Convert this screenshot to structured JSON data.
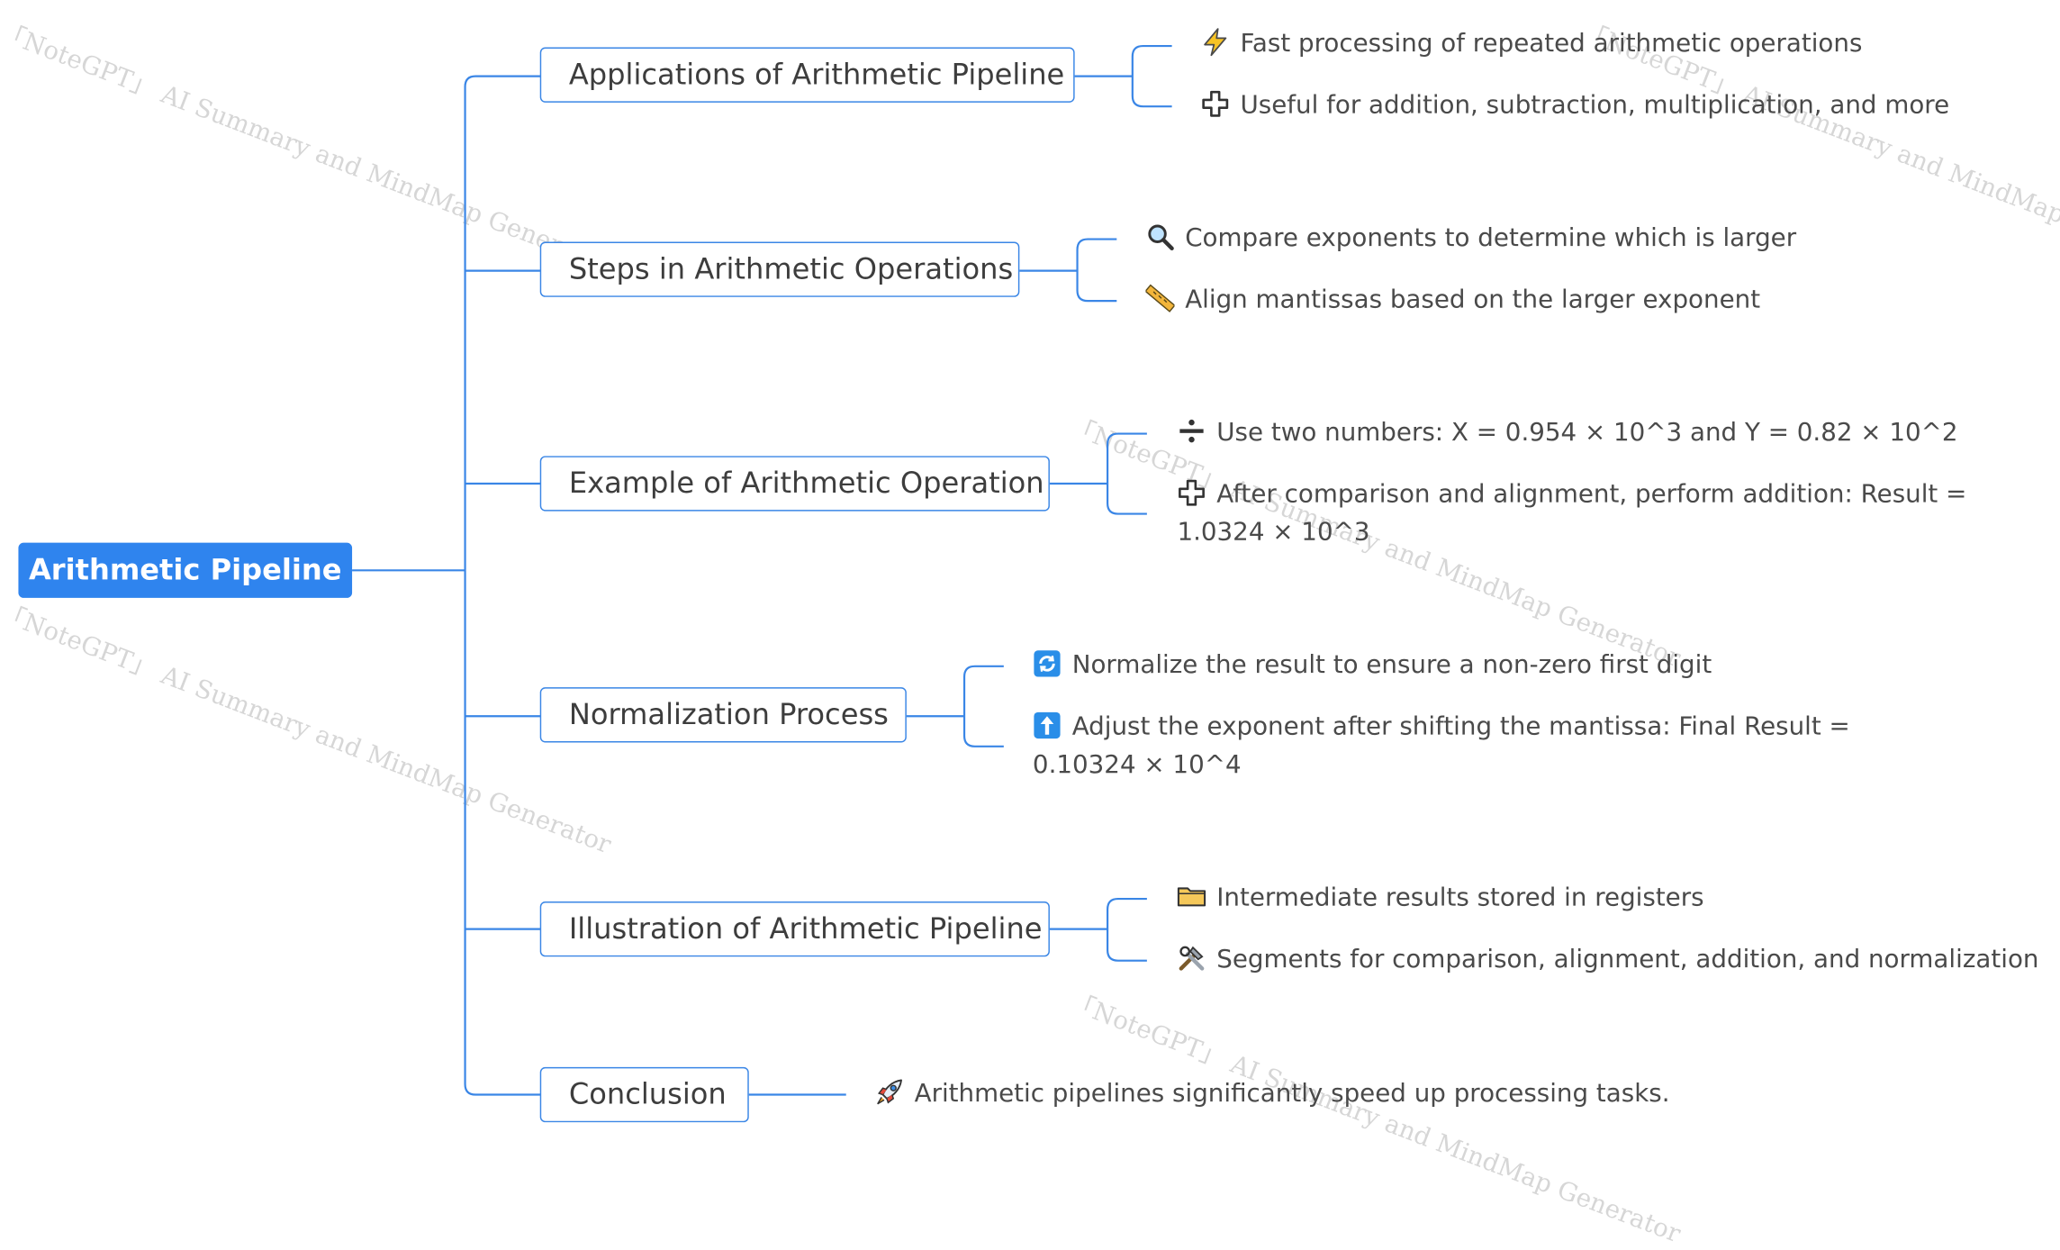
{
  "watermark": "「NoteGPT」 AI Summary and MindMap Generator",
  "root": {
    "label": "Arithmetic Pipeline"
  },
  "branches": [
    {
      "label": "Applications of Arithmetic Pipeline",
      "leaves": [
        {
          "icon": "lightning-icon",
          "text": "Fast processing of repeated arithmetic operations"
        },
        {
          "icon": "plus-icon",
          "text": "Useful for addition, subtraction, multiplication, and more"
        }
      ]
    },
    {
      "label": "Steps in Arithmetic Operations",
      "leaves": [
        {
          "icon": "magnifier-icon",
          "text": "Compare exponents to determine which is larger"
        },
        {
          "icon": "ruler-icon",
          "text": "Align mantissas based on the larger exponent"
        }
      ]
    },
    {
      "label": "Example of Arithmetic Operation",
      "leaves": [
        {
          "icon": "divide-icon",
          "text": "Use two numbers: X = 0.954 × 10^3 and Y = 0.82 × 10^2"
        },
        {
          "icon": "plus-icon",
          "text": "After comparison and alignment, perform addition: Result = 1.0324 × 10^3"
        }
      ]
    },
    {
      "label": "Normalization Process",
      "leaves": [
        {
          "icon": "refresh-icon",
          "text": "Normalize the result to ensure a non-zero first digit"
        },
        {
          "icon": "up-arrow-icon",
          "text": "Adjust the exponent after shifting the mantissa: Final Result = 0.10324 × 10^4"
        }
      ]
    },
    {
      "label": "Illustration of Arithmetic Pipeline",
      "leaves": [
        {
          "icon": "folder-icon",
          "text": "Intermediate results stored in registers"
        },
        {
          "icon": "tools-icon",
          "text": "Segments for comparison, alignment, addition, and normalization"
        }
      ]
    },
    {
      "label": "Conclusion",
      "leaves": [
        {
          "icon": "rocket-icon",
          "text": "Arithmetic pipelines significantly speed up processing tasks."
        }
      ]
    }
  ],
  "colors": {
    "accent": "#2f84ee",
    "line": "#3a86e6",
    "text": "#3d3d3d",
    "watermark": "#d6d6d6"
  }
}
